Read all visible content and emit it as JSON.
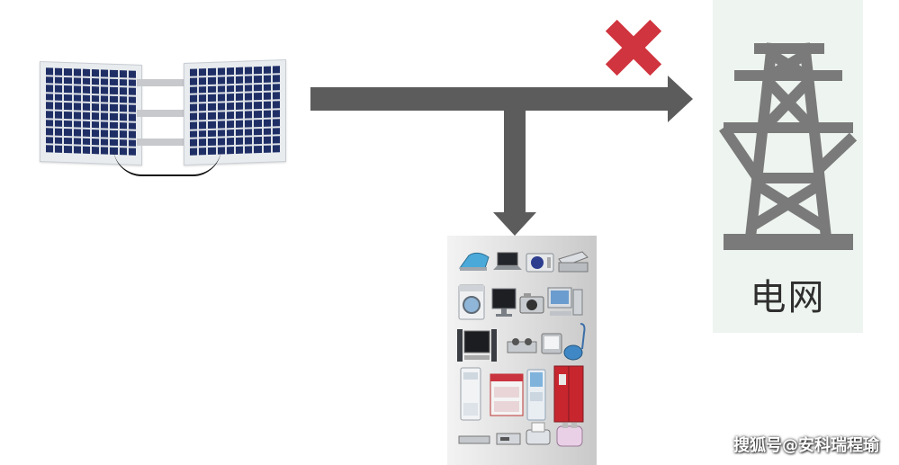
{
  "grid": {
    "label": "电网"
  },
  "watermark": {
    "text": "搜狐号@安科瑞程瑜"
  },
  "colors": {
    "arrow": "#5c5c5c",
    "cross": "#d0343e",
    "grid_box_bg": "#eef4ef",
    "tower": "#7a7a7a",
    "panel_cell": "#1f2f66"
  },
  "icons": {
    "source": "solar-panel-icon",
    "blocked": "red-cross-icon",
    "destination": "power-tower-icon",
    "load": "household-appliances-image"
  }
}
